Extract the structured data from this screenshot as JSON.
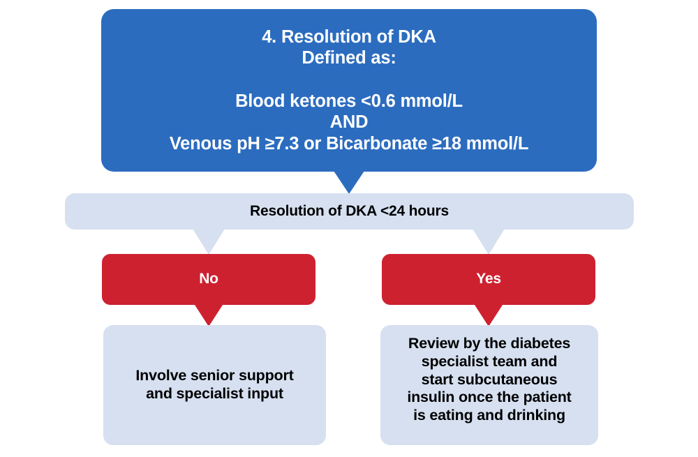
{
  "diagram": {
    "title": "DKA resolution flowchart",
    "colors": {
      "primary_blue": "#2b6cbf",
      "light_blue": "#d6e0f0",
      "red": "#ce2130",
      "white": "#ffffff",
      "black": "#000000"
    },
    "nodes": {
      "resolution_definition": {
        "heading": "4. Resolution of DKA\nDefined as:",
        "criteria": "Blood ketones <0.6 mmol/L\nAND\nVenous pH ≥7.3 or Bicarbonate ≥18 mmol/L",
        "text": "4. Resolution of DKA\nDefined as:\n\nBlood ketones <0.6 mmol/L\nAND\nVenous pH ≥7.3 or Bicarbonate ≥18 mmol/L"
      },
      "resolution_time": {
        "text": "Resolution of DKA <24 hours"
      },
      "answer_no": {
        "text": "No"
      },
      "answer_yes": {
        "text": "Yes"
      },
      "outcome_no": {
        "text": "Involve senior support\nand specialist input"
      },
      "outcome_yes": {
        "text": "Review by the diabetes\nspecialist team and\nstart subcutaneous\ninsulin once the patient\nis eating and drinking"
      }
    }
  }
}
